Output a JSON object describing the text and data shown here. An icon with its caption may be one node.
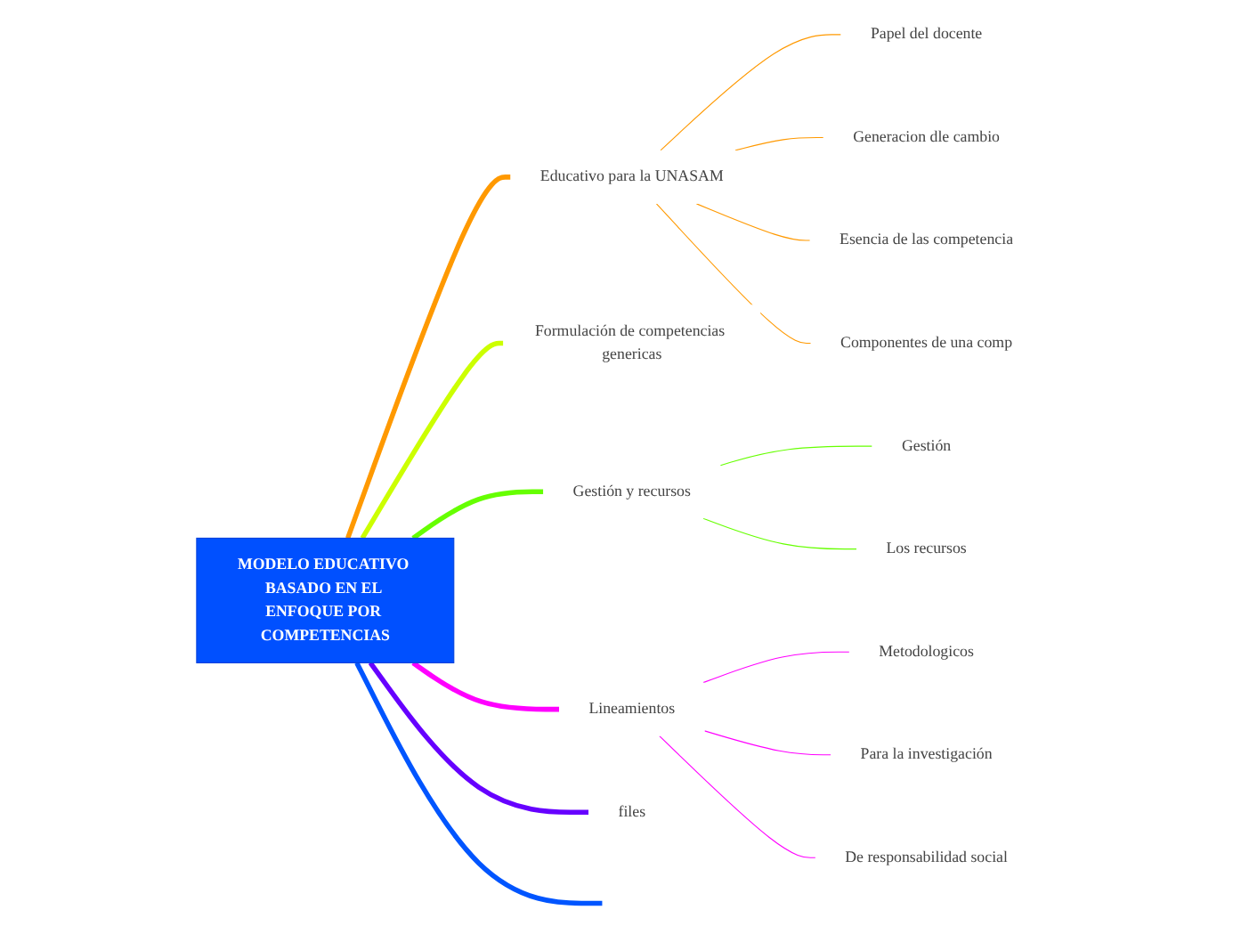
{
  "diagram": {
    "nodes": [
      {
        "text": [
          "MODELO EDUCATIVO BASADO EN EL ENFOQUE POR COMPETENCIAS"
        ]
      },
      {
        "text": [
          "Educativo para la UNASAM"
        ]
      },
      {
        "text": [
          "Papel del docente"
        ]
      },
      {
        "text": [
          "Generacion dle cambio"
        ]
      },
      {
        "text": [
          "Esencia de las competencia"
        ]
      },
      {
        "text": [
          "Componentes de una comp"
        ]
      },
      {
        "text": [
          "Formulación de competencias genericas"
        ]
      },
      {
        "text": [
          "Gestión y recursos"
        ]
      },
      {
        "text": [
          "Gestión"
        ]
      },
      {
        "text": [
          "Los recursos"
        ]
      },
      {
        "text": [
          "Lineamientos"
        ]
      },
      {
        "text": [
          "Metodologicos"
        ]
      },
      {
        "text": [
          "Para la investigación"
        ]
      },
      {
        "text": [
          "De responsabilidad social"
        ]
      },
      {
        "text": [
          "files"
        ]
      }
    ],
    "edges": [
      {
        "from": 0,
        "to": null,
        "arrow": "none",
        "style": "thick",
        "color": "#0055ff"
      },
      {
        "from": 0,
        "to": 1,
        "arrow": "none",
        "style": "thick",
        "color": "#ff9900"
      },
      {
        "from": 1,
        "to": 2,
        "arrow": "none",
        "color": "#ff9900"
      },
      {
        "from": 1,
        "to": 3,
        "arrow": "none",
        "color": "#ff9900"
      },
      {
        "from": 1,
        "to": 4,
        "arrow": "none",
        "color": "#ff9900"
      },
      {
        "from": 1,
        "to": 5,
        "arrow": "none",
        "color": "#ff9900"
      },
      {
        "from": 0,
        "to": 6,
        "arrow": "none",
        "style": "thick",
        "color": "#ccff00"
      },
      {
        "from": 0,
        "to": 7,
        "arrow": "none",
        "style": "thick",
        "color": "#66ff00"
      },
      {
        "from": 7,
        "to": 8,
        "arrow": "none",
        "color": "#66ff00"
      },
      {
        "from": 7,
        "to": 9,
        "arrow": "none",
        "color": "#66ff00"
      },
      {
        "from": 0,
        "to": 10,
        "arrow": "none",
        "style": "thick",
        "color": "#ff00ff"
      },
      {
        "from": 10,
        "to": 11,
        "arrow": "none",
        "color": "#ff00ff"
      },
      {
        "from": 10,
        "to": 12,
        "arrow": "none",
        "color": "#ff00ff"
      },
      {
        "from": 10,
        "to": 13,
        "arrow": "none",
        "color": "#ff00ff"
      },
      {
        "from": 0,
        "to": 14,
        "arrow": "none",
        "style": "thick",
        "color": "#6600ff"
      }
    ]
  }
}
